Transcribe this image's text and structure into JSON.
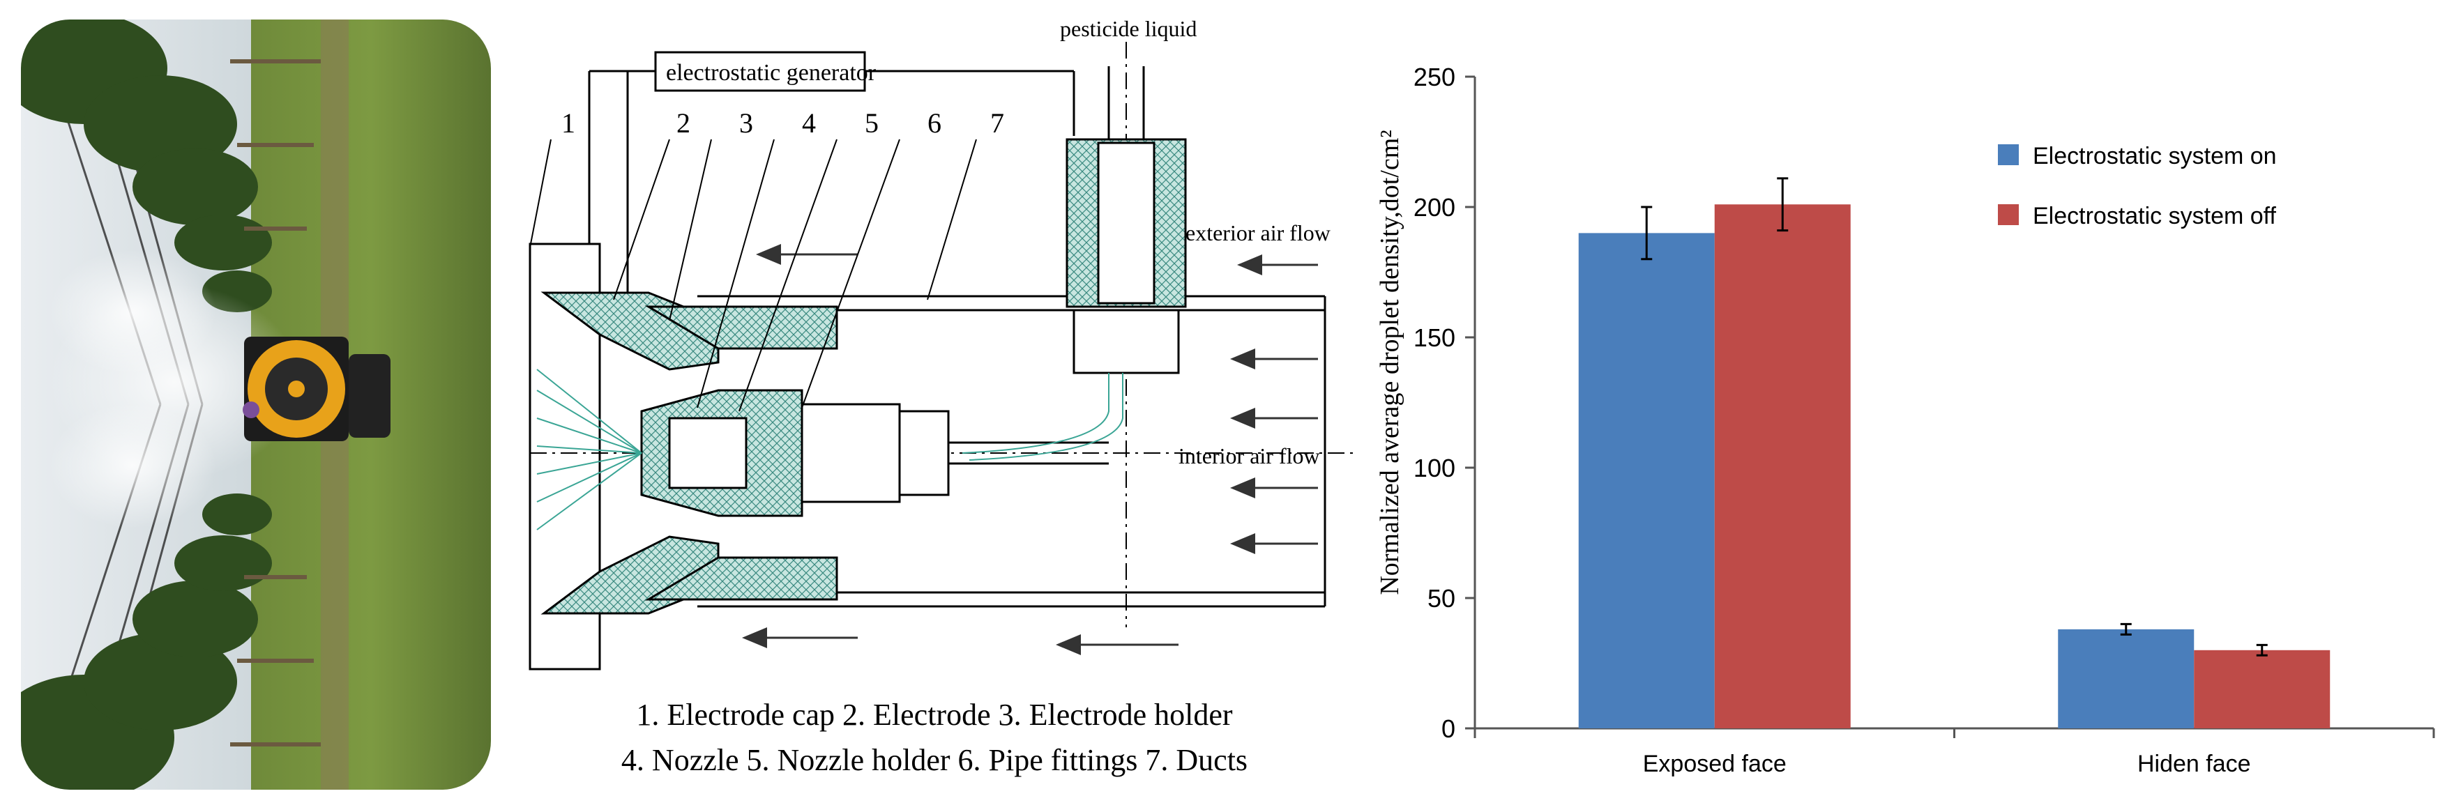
{
  "diagram": {
    "labels": {
      "generator": "electrostatic generator",
      "pesticide": "pesticide liquid",
      "exterior": "exterior air flow",
      "interior": "interior air flow"
    },
    "numbers": [
      "1",
      "2",
      "3",
      "4",
      "5",
      "6",
      "7"
    ],
    "legend_line1": "1. Electrode cap  2. Electrode  3. Electrode holder",
    "legend_line2": "4. Nozzle  5. Nozzle holder  6. Pipe fittings  7. Ducts"
  },
  "chart_data": {
    "type": "bar",
    "categories": [
      "Exposed face",
      "Hiden face"
    ],
    "series": [
      {
        "name": "Electrostatic system on",
        "color": "#4a7ebb",
        "values": [
          190,
          38
        ],
        "errors": [
          10,
          2
        ]
      },
      {
        "name": "Electrostatic system off",
        "color": "#be4b48",
        "values": [
          201,
          30
        ],
        "errors": [
          10,
          2
        ]
      }
    ],
    "ylabel": "Normalized average droplet density,dot/cm²",
    "ylim": [
      0,
      250
    ],
    "yticks": [
      0,
      50,
      100,
      150,
      200,
      250
    ],
    "legend_position": "top-right",
    "grid": false
  }
}
